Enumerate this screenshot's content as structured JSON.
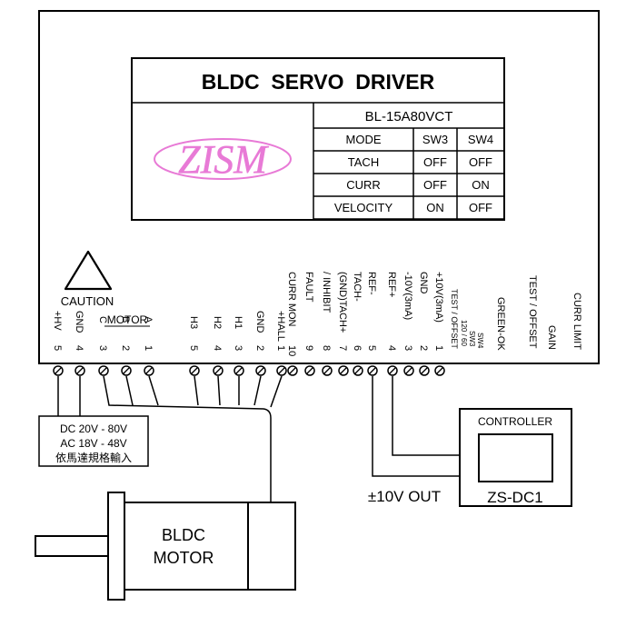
{
  "title": "BLDC  SERVO  DRIVER",
  "logo": "ZISM",
  "model": "BL-15A80VCT",
  "mode_table": {
    "headers": [
      "MODE",
      "SW3",
      "SW4"
    ],
    "rows": [
      [
        "TACH",
        "OFF",
        "OFF"
      ],
      [
        "CURR",
        "OFF",
        "ON"
      ],
      [
        "VELOCITY",
        "ON",
        "OFF"
      ]
    ]
  },
  "caution": "CAUTION",
  "motor_group_label": "MOTOR",
  "power_terminals": [
    {
      "label": "+HV",
      "num": "5"
    },
    {
      "label": "GND",
      "num": "4"
    }
  ],
  "motor_terminals": [
    {
      "label": "C",
      "num": "3"
    },
    {
      "label": "B",
      "num": "2"
    },
    {
      "label": "A",
      "num": "1"
    }
  ],
  "hall_terminals": [
    {
      "label": "H3",
      "num": "5"
    },
    {
      "label": "H2",
      "num": "4"
    },
    {
      "label": "H1",
      "num": "3"
    },
    {
      "label": "GND",
      "num": "2"
    },
    {
      "label": "+HALL",
      "num": "1"
    }
  ],
  "signal_terminals": [
    {
      "label": "CURR MON",
      "num": "10"
    },
    {
      "label": "FAULT",
      "num": "9"
    },
    {
      "label": "/ INHIBIT",
      "num": "8"
    },
    {
      "label": "(GND)TACH+",
      "num": "7"
    },
    {
      "label": "TACH-",
      "num": "6"
    },
    {
      "label": "REF-",
      "num": "5"
    },
    {
      "label": "REF+",
      "num": "4"
    },
    {
      "label": "-10V(3mA)",
      "num": "3"
    },
    {
      "label": "GND",
      "num": "2"
    },
    {
      "label": "+10V(3mA)",
      "num": "1"
    }
  ],
  "switch_labels": {
    "test_offset": "TEST / OFFSET",
    "hz": "120 / 60",
    "sw3": "SW3",
    "sw4": "SW4"
  },
  "panel_labels": [
    "GREEN-OK",
    "TEST / OFFSET",
    "GAIN",
    "CURR LIMIT"
  ],
  "power_supply": [
    "DC 20V - 80V",
    "AC 18V - 48V",
    "依馬達規格輸入"
  ],
  "controller": {
    "title": "CONTROLLER",
    "model": "ZS-DC1"
  },
  "output_label": "±10V OUT",
  "motor": [
    "BLDC",
    "MOTOR"
  ]
}
